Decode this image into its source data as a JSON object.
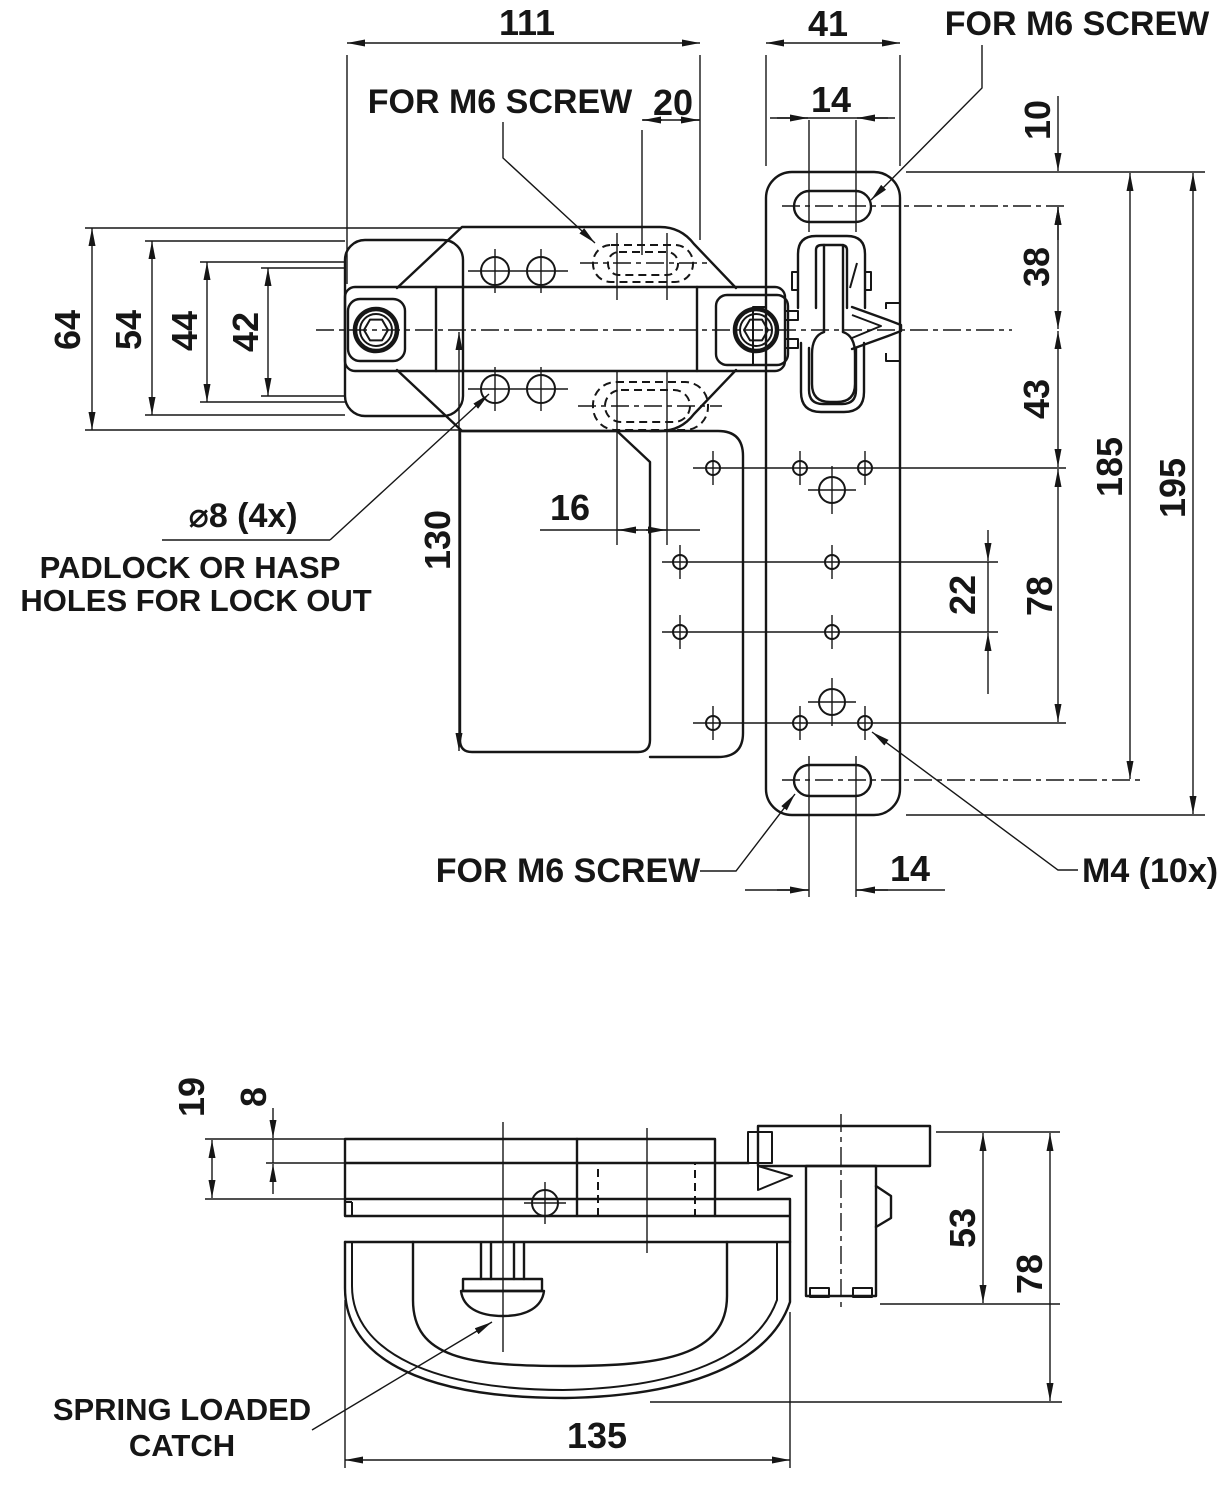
{
  "page": {
    "background": "#ffffff",
    "line_color": "#161616",
    "type": "technical engineering drawing of a spring-loaded latch with keeper plate"
  },
  "top_view": {
    "labels": {
      "m6_top_left": "FOR M6 SCREW",
      "m6_top_right": "FOR M6 SCREW",
      "m6_bottom": "FOR M6 SCREW",
      "dia8": "⌀8 (4x)",
      "padlock_line1": "PADLOCK OR HASP",
      "padlock_line2": "HOLES FOR LOCK OUT",
      "m4": "M4 (10x)"
    },
    "dimensions": {
      "d111": "111",
      "d20": "20",
      "d41": "41",
      "d14_top": "14",
      "d10": "10",
      "d38": "38",
      "d43": "43",
      "d185": "185",
      "d195": "195",
      "d64": "64",
      "d54": "54",
      "d44": "44",
      "d42": "42",
      "d16": "16",
      "d130": "130",
      "d22": "22",
      "d78": "78",
      "d14_bottom": "14"
    }
  },
  "side_view": {
    "labels": {
      "spring_line1": "SPRING LOADED",
      "spring_line2": "CATCH"
    },
    "dimensions": {
      "d19": "19",
      "d8": "8",
      "d53": "53",
      "d78": "78",
      "d135": "135"
    }
  }
}
